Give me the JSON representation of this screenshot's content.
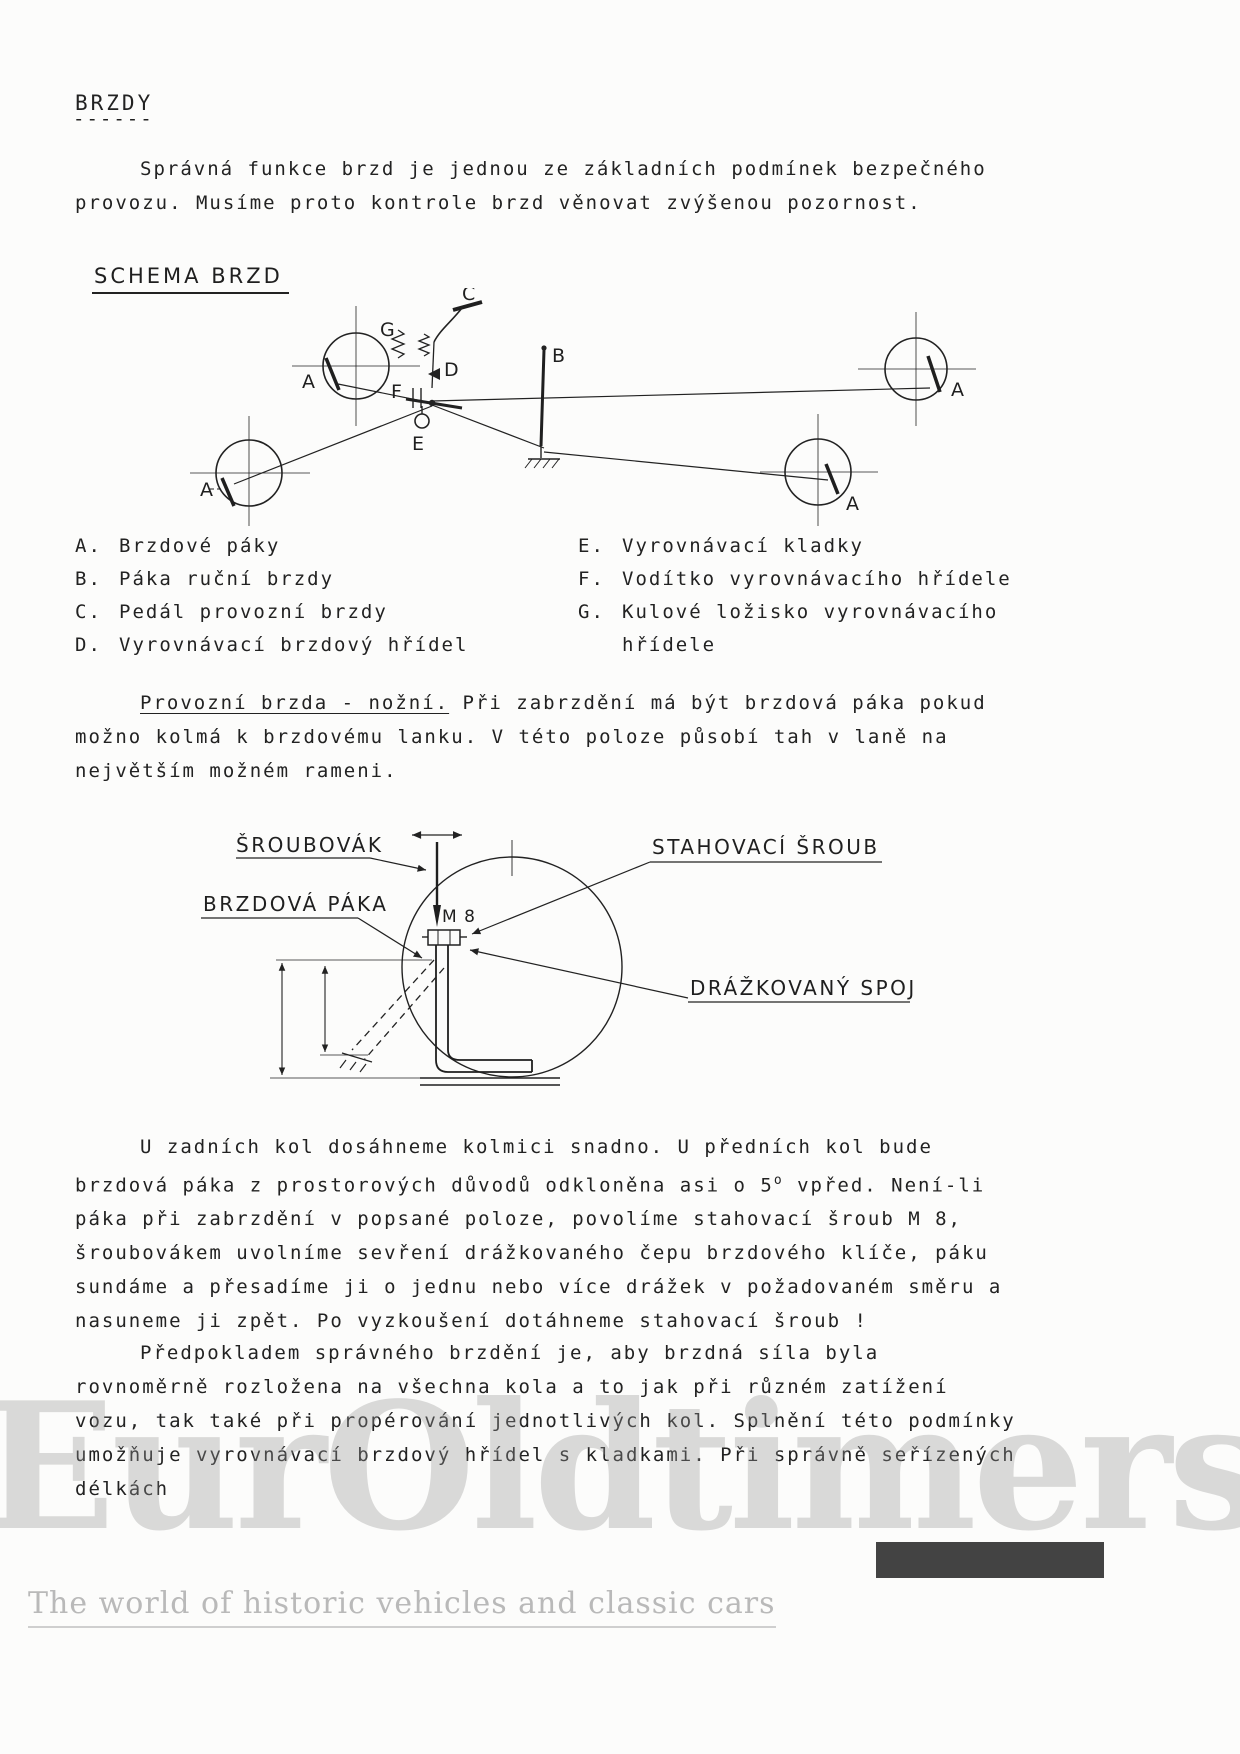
{
  "doc": {
    "title": "BRZDY",
    "title_underline": "------",
    "intro": "Správná funkce brzd je jednou ze základních podmínek bezpečného provozu. Musíme proto kontrole brzd věnovat zvýšenou pozornost.",
    "schema_heading": "SCHEMA BRZD"
  },
  "diagram1": {
    "labels": {
      "A": "A",
      "B": "B",
      "C": "C",
      "D": "D",
      "E": "E",
      "F": "F",
      "G": "G"
    }
  },
  "legend": {
    "left": [
      {
        "key": "A.",
        "text": "Brzdové páky"
      },
      {
        "key": "B.",
        "text": "Páka ruční brzdy"
      },
      {
        "key": "C.",
        "text": "Pedál provozní brzdy"
      },
      {
        "key": "D.",
        "text": "Vyrovnávací brzdový hřídel"
      }
    ],
    "right": [
      {
        "key": "E.",
        "text": "Vyrovnávací kladky"
      },
      {
        "key": "F.",
        "text": "Vodítko vyrovnávacího hřídele"
      },
      {
        "key": "G.",
        "text": "Kulové ložisko vyrovnávacího"
      },
      {
        "key": "",
        "text": "hřídele"
      }
    ]
  },
  "para_provozni": {
    "lead": "Provozní brzda - nožní.",
    "rest": " Při zabrzdění má být brzdová páka pokud možno kolmá k brzdovému lanku. V této poloze působí tah v laně na největším možném rameni."
  },
  "diagram2": {
    "labels": {
      "sroubovak": "ŠROUBOVÁK",
      "stahovaci_sroub": "STAHOVACÍ ŠROUB",
      "brzdova_paka": "BRZDOVÁ PÁKA",
      "drazkovany_spoj": "DRÁŽKOVANÝ SPOJ",
      "m8": "M 8"
    }
  },
  "para_zadni": {
    "part1": "U zadních kol dosáhneme kolmici snadno. U předních kol bude brzdová páka z prostorových důvodů odkloněna asi o 5",
    "sup": "o",
    "part2": " vpřed. Není-li páka při zabrzdění v popsané poloze, povolíme stahovací šroub M 8, šroubovákem uvolníme sevření drážkovaného čepu brzdového klíče, páku sundáme a přesadíme ji o jednu nebo více drážek v požadovaném směru a nasuneme ji zpět. Po vyzkoušení dotáhneme stahovací šroub !"
  },
  "para_predpoklad": "Předpokladem správného brzdění je, aby brzdná síla byla rovnoměrně rozložena na všechna kola a to jak při různém zatížení vozu, tak také při propérování jednotlivých kol. Splnění této podmínky umožňuje vyrovnávací brzdový hřídel s kladkami. Při správně seřízených délkách",
  "watermark": {
    "big": "EurOldtimers.com",
    "caption": "The world of historic vehicles and classic cars"
  }
}
